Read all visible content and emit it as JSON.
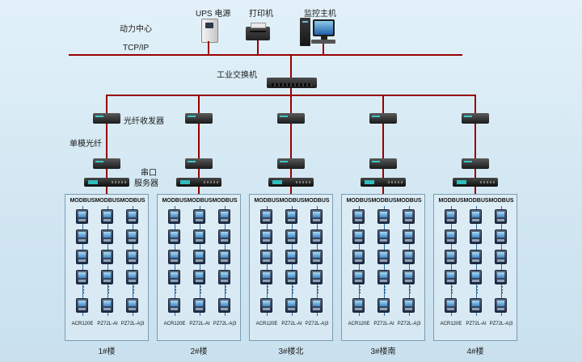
{
  "header": {
    "power_center": "动力中心",
    "ups_label": "UPS 电源",
    "printer_label": "打印机",
    "host_label": "监控主机",
    "tcpip_label": "TCP/IP",
    "switch_label": "工业交换机"
  },
  "column_labels": {
    "fiber_transceiver": "光纤收发器",
    "single_mode_fiber": "单模光纤",
    "serial_server": [
      "串口",
      "服务器"
    ]
  },
  "colors": {
    "connection_line": "#990000",
    "modbus_bus": "#2e6da4",
    "group_border": "#7b9db5"
  },
  "groups": [
    {
      "building": "1#楼",
      "buses": [
        "MODBUS",
        "MODBUS",
        "MODBUS"
      ],
      "device_labels": [
        "ACR120E",
        "PZ72L-AI",
        "PZ72L-A|3"
      ],
      "vertical_ellipsis": "⋮"
    },
    {
      "building": "2#楼",
      "buses": [
        "MODBUS",
        "MODBUS",
        "MODBUS"
      ],
      "device_labels": [
        "ACR120E",
        "PZ72L-AI",
        "PZ72L-A|3"
      ],
      "vertical_ellipsis": "⋮"
    },
    {
      "building": "3#楼北",
      "buses": [
        "MODBUS",
        "MODBUS",
        "MODBUS"
      ],
      "device_labels": [
        "ACR120E",
        "PZ72L-AI",
        "PZ72L-A|3"
      ],
      "vertical_ellipsis": "⋮"
    },
    {
      "building": "3#楼南",
      "buses": [
        "MODBUS",
        "MODBUS",
        "MODBUS"
      ],
      "device_labels": [
        "ACR120E",
        "PZ72L-AI",
        "PZ72L-A|3"
      ],
      "vertical_ellipsis": "⋮"
    },
    {
      "building": "4#楼",
      "buses": [
        "MODBUS",
        "MODBUS",
        "MODBUS"
      ],
      "device_labels": [
        "ACR120E",
        "PZ72L-AI",
        "PZ72L-A|3"
      ],
      "vertical_ellipsis": "⋮"
    }
  ]
}
